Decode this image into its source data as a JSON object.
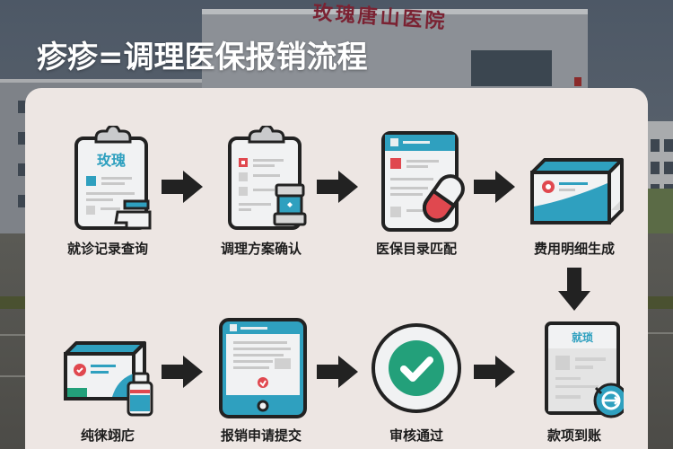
{
  "background": {
    "hospital_sign": "玫瑰唐山医院"
  },
  "title": "疹疹=调理医保报销流程",
  "colors": {
    "panel_bg": "#ede6e3",
    "teal": "#2fa0bf",
    "red": "#e0484f",
    "green": "#23a07a",
    "outline": "#222222",
    "arrow": "#222222",
    "title_text": "#ffffff"
  },
  "flow": {
    "rows": [
      {
        "steps": [
          {
            "label": "就诊记录查询",
            "icon": "clipboard-record-icon",
            "icon_text": "玫瑰"
          },
          {
            "label": "调理方案确认",
            "icon": "clipboard-plan-icon"
          },
          {
            "label": "医保目录匹配",
            "icon": "document-pill-icon"
          },
          {
            "label": "费用明细生成",
            "icon": "box-package-icon"
          }
        ]
      },
      {
        "steps": [
          {
            "label": "纯徕翊庀",
            "icon": "box-bottle-icon"
          },
          {
            "label": "报销申请提交",
            "icon": "tablet-form-icon"
          },
          {
            "label": "审核通过",
            "icon": "check-circle-icon"
          },
          {
            "label": "款项到账",
            "icon": "receipt-money-icon",
            "icon_text": "就琐"
          }
        ]
      }
    ],
    "connectors": [
      {
        "from": "就诊记录查询",
        "to": "调理方案确认",
        "direction": "right"
      },
      {
        "from": "调理方案确认",
        "to": "医保目录匹配",
        "direction": "right"
      },
      {
        "from": "医保目录匹配",
        "to": "费用明细生成",
        "direction": "right"
      },
      {
        "from": "费用明细生成",
        "to": "款项到账",
        "direction": "down"
      },
      {
        "from": "纯徕翊庀",
        "to": "报销申请提交",
        "direction": "right"
      },
      {
        "from": "报销申请提交",
        "to": "审核通过",
        "direction": "right"
      },
      {
        "from": "审核通过",
        "to": "款项到账",
        "direction": "right"
      }
    ]
  }
}
